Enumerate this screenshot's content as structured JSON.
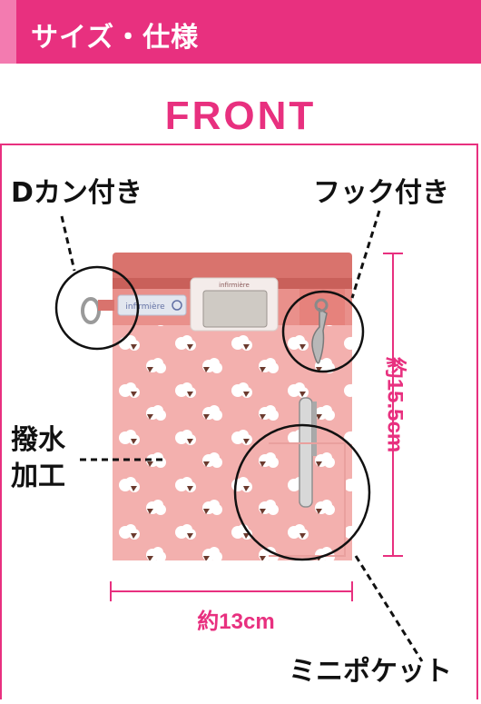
{
  "header": {
    "title": "サイズ・仕様"
  },
  "view_label": "FRONT",
  "callouts": {
    "d_ring": "Dカン付き",
    "hook": "フック付き",
    "water_repellent_line1": "撥水",
    "water_repellent_line2": "加工",
    "mini_pocket": "ミニポケット"
  },
  "dimensions": {
    "height": "約15.5cm",
    "width": "約13cm"
  },
  "product": {
    "tag_brand": "infirmière",
    "device_brand": "infirmière"
  },
  "colors": {
    "accent": "#e8307f",
    "header_light": "#f37bb0",
    "pouch_pink": "#f2a9a8",
    "pouch_top": "#d9736d"
  }
}
